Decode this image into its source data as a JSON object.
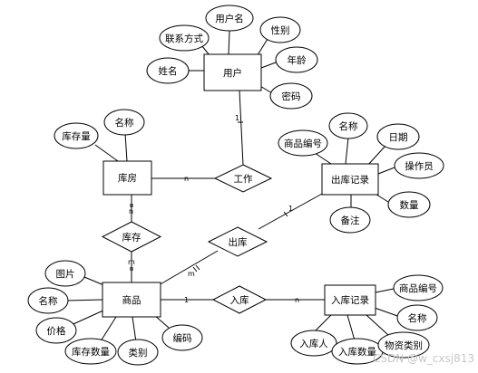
{
  "entities": {
    "user": "用户",
    "warehouse": "库房",
    "outbound_record": "出库记录",
    "product": "商品",
    "inbound_record": "入库记录"
  },
  "attributes": {
    "user_contact": "联系方式",
    "user_username": "用户名",
    "user_gender": "性别",
    "user_name": "姓名",
    "user_age": "年龄",
    "user_password": "密码",
    "warehouse_stock_qty": "库存量",
    "warehouse_name": "名称",
    "outbound_product_code": "商品编号",
    "outbound_name": "名称",
    "outbound_date": "日期",
    "outbound_operator": "操作员",
    "outbound_qty": "数量",
    "outbound_remark": "备注",
    "product_image": "图片",
    "product_name": "名称",
    "product_price": "价格",
    "product_stock_qty": "库存数量",
    "product_category": "类别",
    "product_code": "编码",
    "inbound_product_code": "商品编号",
    "inbound_name": "名称",
    "inbound_person": "入库人",
    "inbound_qty": "入库数量",
    "inbound_material_type": "物资类别"
  },
  "relationships": {
    "work": "工作",
    "storage": "库存",
    "outbound": "出库",
    "inbound": "入库"
  },
  "cardinalities": {
    "user_work": "1",
    "warehouse_work": "n",
    "warehouse_storage": "n",
    "product_storage": "m",
    "product_outbound": "m",
    "outbound_record_outbound": "1",
    "product_inbound": "1",
    "inbound_record_inbound": "n"
  },
  "watermark": "CSDN @w_cxsj813"
}
